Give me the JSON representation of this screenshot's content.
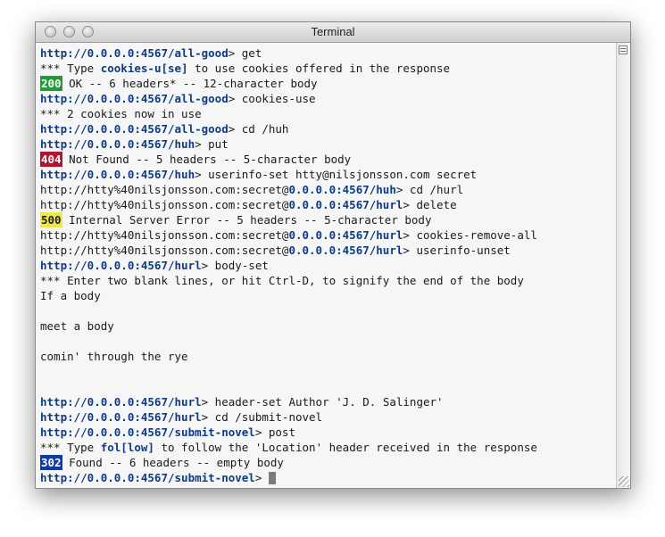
{
  "window": {
    "title": "Terminal"
  },
  "lines": [
    {
      "url": "http://0.0.0.0:4567/all-good",
      "cmd": "> get"
    },
    {
      "pre": "*** Type ",
      "kw": "cookies-u[se]",
      "post": " to use cookies offered in the response"
    },
    {
      "badge": "200",
      "badge_class": "b200",
      "text": " OK -- 6 headers* -- 12-character body"
    },
    {
      "url": "http://0.0.0.0:4567/all-good",
      "cmd": "> cookies-use"
    },
    {
      "text": "*** 2 cookies now in use"
    },
    {
      "url": "http://0.0.0.0:4567/all-good",
      "cmd": "> cd /huh"
    },
    {
      "url": "http://0.0.0.0:4567/huh",
      "cmd": "> put"
    },
    {
      "badge": "404",
      "badge_class": "b404",
      "text": " Not Found -- 5 headers -- 5-character body"
    },
    {
      "url": "http://0.0.0.0:4567/huh",
      "cmd": "> userinfo-set htty@nilsjonsson.com secret"
    },
    {
      "url_a": "http://htty%40nilsjonsson.com:secret@",
      "url_b": "0.0.0.0:4567/huh",
      "cmd": "> cd /hurl"
    },
    {
      "url_a": "http://htty%40nilsjonsson.com:secret@",
      "url_b": "0.0.0.0:4567/hurl",
      "cmd": "> delete"
    },
    {
      "badge": "500",
      "badge_class": "b500",
      "text": " Internal Server Error -- 5 headers -- 5-character body"
    },
    {
      "url_a": "http://htty%40nilsjonsson.com:secret@",
      "url_b": "0.0.0.0:4567/hurl",
      "cmd": "> cookies-remove-all"
    },
    {
      "url_a": "http://htty%40nilsjonsson.com:secret@",
      "url_b": "0.0.0.0:4567/hurl",
      "cmd": "> userinfo-unset"
    },
    {
      "url": "http://0.0.0.0:4567/hurl",
      "cmd": "> body-set"
    },
    {
      "text": "*** Enter two blank lines, or hit Ctrl-D, to signify the end of the body"
    },
    {
      "text": "If a body"
    },
    {
      "text": ""
    },
    {
      "text": "meet a body"
    },
    {
      "text": ""
    },
    {
      "text": "comin' through the rye"
    },
    {
      "text": ""
    },
    {
      "text": ""
    },
    {
      "url": "http://0.0.0.0:4567/hurl",
      "cmd": "> header-set Author 'J. D. Salinger'"
    },
    {
      "url": "http://0.0.0.0:4567/hurl",
      "cmd": "> cd /submit-novel"
    },
    {
      "url": "http://0.0.0.0:4567/submit-novel",
      "cmd": "> post"
    },
    {
      "pre": "*** Type ",
      "kw": "fol[low]",
      "post": " to follow the 'Location' header received in the response"
    },
    {
      "badge": "302",
      "badge_class": "b302",
      "text": " Found -- 6 headers -- empty body"
    },
    {
      "url": "http://0.0.0.0:4567/submit-novel",
      "cmd": "> ",
      "cursor": true
    }
  ]
}
